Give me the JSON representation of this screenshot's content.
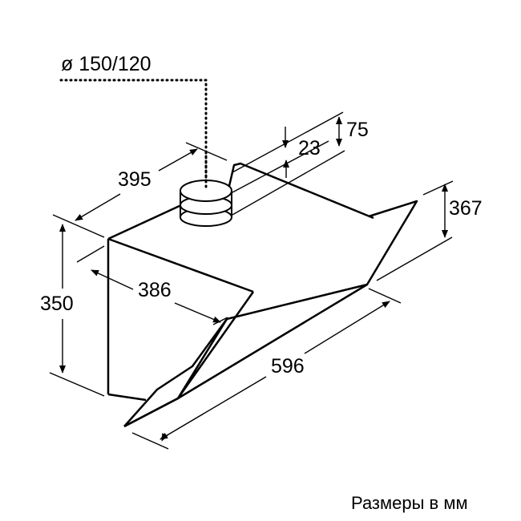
{
  "diagram": {
    "type": "technical-dimension-drawing",
    "subject": "inclined cooker hood",
    "line_color": "#000000",
    "background": "#ffffff"
  },
  "dimensions": {
    "duct_diameter": "ø 150/120",
    "depth_top": "395",
    "offset_75": "75",
    "offset_23": "23",
    "height_367": "367",
    "height_350": "350",
    "depth_386": "386",
    "width_596": "596"
  },
  "caption": "Размеры в мм"
}
